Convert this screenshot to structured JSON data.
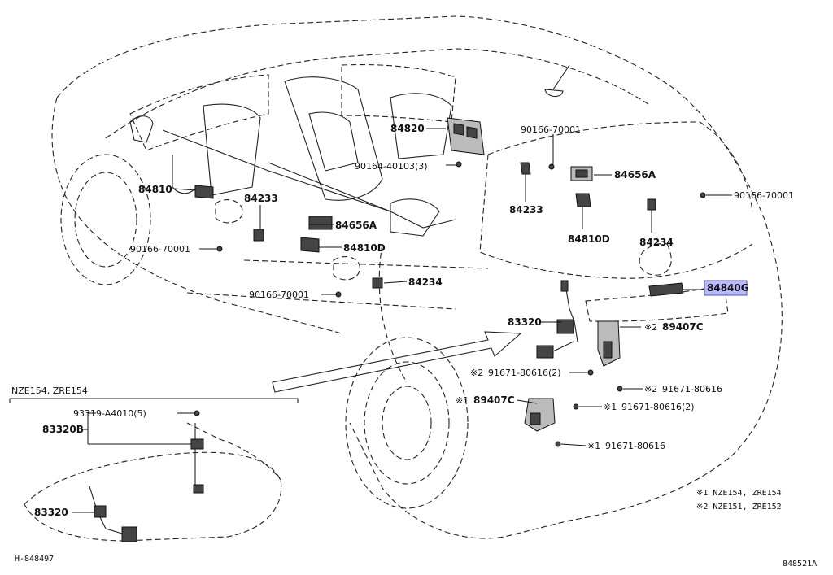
{
  "diagram": {
    "parts": {
      "p84820": "84820",
      "p90166_a": "90166-70001",
      "p90164": "90164-40103(3)",
      "p84810_left": "84810",
      "p84233_left": "84233",
      "p84656a_center": "84656A",
      "p90166_b": "90166-70001",
      "p84810d_center": "84810D",
      "p90166_c": "90166-70001",
      "p84234_center": "84234",
      "p84233_right": "84233",
      "p84656a_right": "84656A",
      "p84810d_right": "84810D",
      "p90166_d": "90166-70001",
      "p84234_right": "84234",
      "p84840g": "84840G",
      "p83320_main": "83320",
      "p89407c_a": "89407C",
      "p91671_a": "91671-80616(2)",
      "p91671_b": "91671-80616",
      "p89407c_b": "89407C",
      "p91671_c": "91671-80616(2)",
      "p91671_d": "91671-80616"
    },
    "markers": {
      "m1": "※1",
      "m2": "※2"
    },
    "inset": {
      "title": "NZE154, ZRE154",
      "p93319": "93319-A4010(5)",
      "p83320b": "83320B",
      "p83320": "83320"
    },
    "notes": {
      "note1": "※1 NZE154, ZRE154",
      "note2": "※2 NZE151, ZRE152"
    },
    "codes": {
      "left": "H-848497",
      "right": "848521A"
    },
    "highlight_color": "#b9b9ff"
  }
}
